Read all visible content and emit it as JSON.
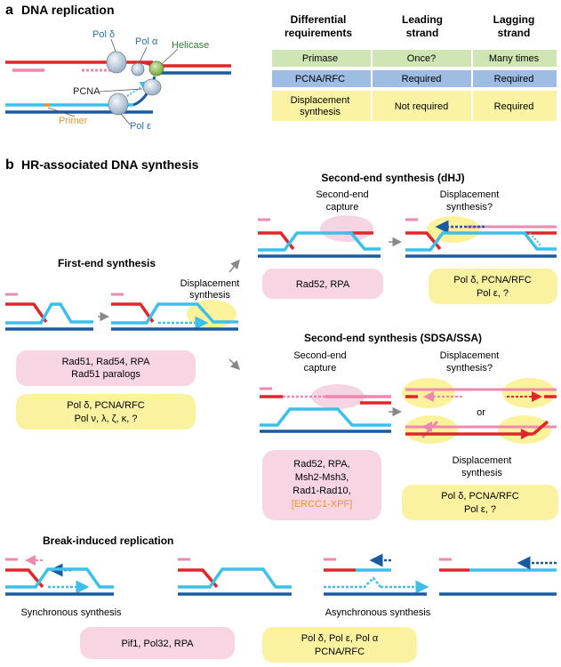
{
  "panel_a": {
    "letter": "a",
    "title": "DNA replication",
    "labels": {
      "pol_delta": "Pol δ",
      "pol_alpha": "Pol α",
      "helicase": "Helicase",
      "pcna": "PCNA",
      "primer": "Primer",
      "pol_epsilon": "Pol ε"
    },
    "table": {
      "headers": [
        [
          "Differential",
          "requirements"
        ],
        [
          "Leading",
          "strand"
        ],
        [
          "Lagging",
          "strand"
        ]
      ],
      "rows": [
        {
          "req": [
            "Primase"
          ],
          "leading": "Once?",
          "lagging": "Many times",
          "color": "#cfe6b4"
        },
        {
          "req": [
            "PCNA/RFC"
          ],
          "leading": "Required",
          "lagging": "Required",
          "color": "#9fbce3"
        },
        {
          "req": [
            "Displacement",
            "synthesis"
          ],
          "leading": "Not required",
          "lagging": "Required",
          "color": "#faf3a3"
        }
      ]
    }
  },
  "panel_b": {
    "letter": "b",
    "title": "HR-associated DNA synthesis",
    "first_end": {
      "title": "First-end synthesis",
      "displacement": [
        "Displacement",
        "synthesis"
      ],
      "pink_box": [
        "Rad51, Rad54, RPA",
        "Rad51 paralogs"
      ],
      "yellow_box": [
        "Pol δ, PCNA/RFC",
        "Pol ν, λ, ζ, κ, ?"
      ]
    },
    "dhj": {
      "title": "Second-end synthesis (dHJ)",
      "capture": [
        "Second-end",
        "capture"
      ],
      "displacement": [
        "Displacement",
        "synthesis?"
      ],
      "pink_box": [
        "Rad52, RPA"
      ],
      "yellow_box": [
        "Pol δ, PCNA/RFC",
        "Pol ε, ?"
      ]
    },
    "sdsa": {
      "title": "Second-end synthesis (SDSA/SSA)",
      "capture": [
        "Second-end",
        "capture"
      ],
      "displacement_top": [
        "Displacement",
        "synthesis?"
      ],
      "or": "or",
      "displacement_bottom": [
        "Displacement",
        "synthesis"
      ],
      "pink_box": [
        "Rad52, RPA,",
        "Msh2-Msh3,",
        "Rad1-Rad10,",
        "[ERCC1-XPF]"
      ],
      "yellow_box": [
        "Pol δ, PCNA/RFC",
        "Pol ε, ?"
      ]
    },
    "bir": {
      "title": "Break-induced replication",
      "sync": "Synchronous synthesis",
      "async": "Asynchronous synthesis",
      "pink_box": [
        "Pif1, Pol32, RPA"
      ],
      "yellow_box": [
        "Pol δ, Pol ε, Pol α",
        "PCNA/RFC"
      ]
    }
  },
  "colors": {
    "red": "#e0262a",
    "pink": "#ef87b0",
    "cyan": "#3cc0ea",
    "navy": "#1a5aa0",
    "pinkbox": "#f7d5e3",
    "yellowbox": "#faf2a0",
    "orange": "#f0932b",
    "blue_label": "#2a6fb5"
  }
}
